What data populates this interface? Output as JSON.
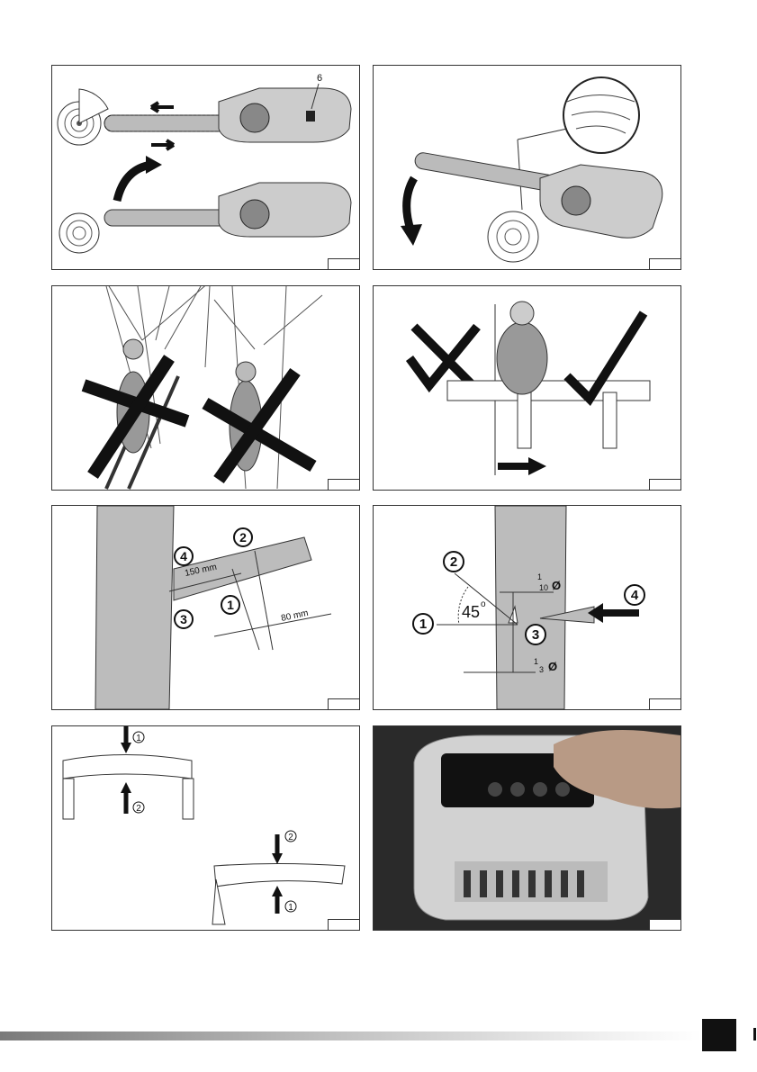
{
  "panels": {
    "p1": {
      "part_number": "6"
    },
    "p5": {
      "num_4": "4",
      "num_2": "2",
      "num_1": "1",
      "num_3": "3",
      "dim_150": "150 mm",
      "dim_80": "80 mm"
    },
    "p6": {
      "num_2": "2",
      "num_1": "1",
      "num_3": "3",
      "num_4": "4",
      "angle": "45",
      "frac_top_num": "1",
      "frac_top_den": "10",
      "frac_bot_num": "1",
      "frac_bot_den": "3",
      "diameter": "Ø"
    },
    "p7": {
      "num_1": "1",
      "num_2": "2"
    }
  },
  "colors": {
    "frame": "#333333",
    "trunk": "#bcbcbc",
    "body": "#d6d6d6",
    "dark": "#222222"
  }
}
